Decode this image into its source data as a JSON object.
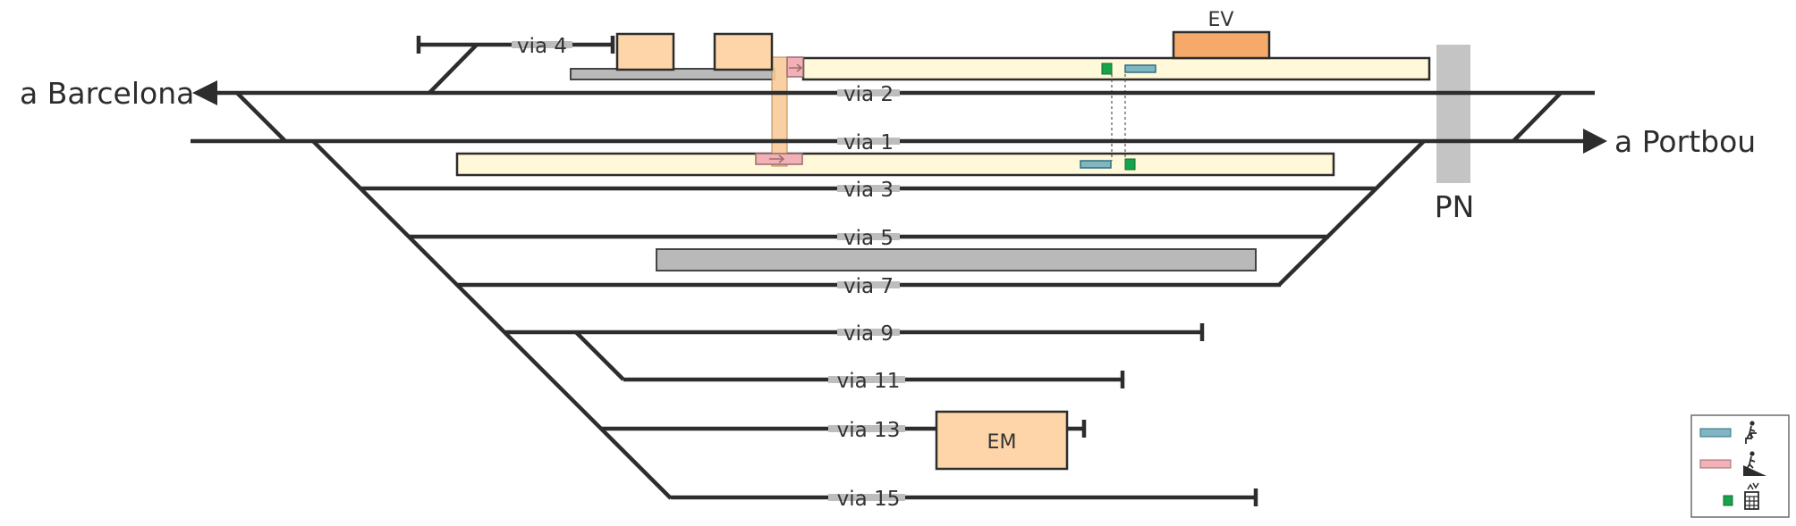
{
  "tracks": [
    {
      "label": "via 4"
    },
    {
      "label": "via 2"
    },
    {
      "label": "via 1"
    },
    {
      "label": "via 3"
    },
    {
      "label": "via 5"
    },
    {
      "label": "via 7"
    },
    {
      "label": "via 9"
    },
    {
      "label": "via 11"
    },
    {
      "label": "via 13"
    },
    {
      "label": "via 15"
    }
  ],
  "destinations": {
    "west": "a Barcelona",
    "east": "a Portbou"
  },
  "buildings": {
    "ev": "EV",
    "em": "EM"
  },
  "level_crossing": "PN",
  "legend": {
    "items": [
      {
        "icon": "stairs-icon",
        "color": "#7fb6c2"
      },
      {
        "icon": "ramp-icon",
        "color": "#f2b1b6"
      },
      {
        "icon": "ticket-machine-icon",
        "color": "#17a34a"
      }
    ]
  },
  "colors": {
    "track": "#2d2d2d",
    "platform": "#fff8d9",
    "building": "#fdd5a8",
    "building_ev": "#f5a96a",
    "grey_platform": "#b9b9b9"
  }
}
